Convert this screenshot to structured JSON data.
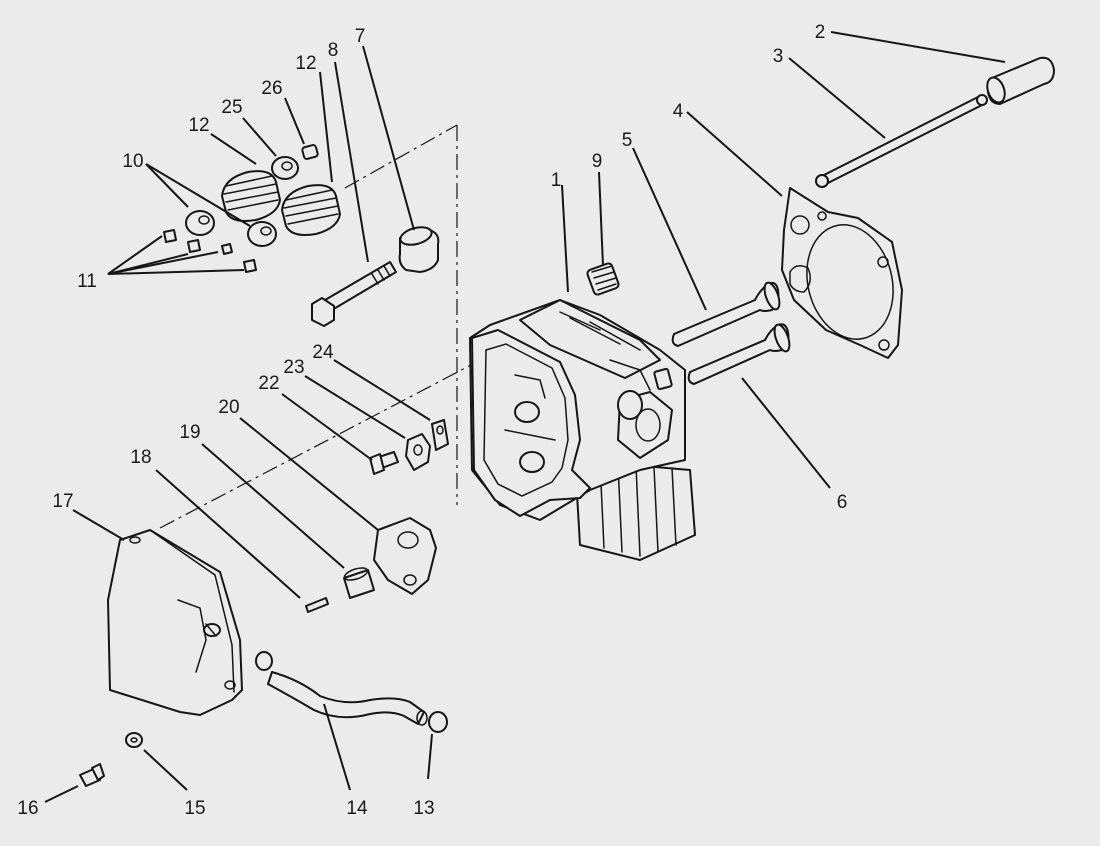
{
  "colors": {
    "background": "#ebebeb",
    "ink": "#151515"
  },
  "callouts": {
    "n1": "1",
    "n2": "2",
    "n3": "3",
    "n4": "4",
    "n5": "5",
    "n6": "6",
    "n7": "7",
    "n8": "8",
    "n9": "9",
    "n10": "10",
    "n11": "11",
    "n12a": "12",
    "n12b": "12",
    "n13": "13",
    "n14": "14",
    "n15": "15",
    "n16": "16",
    "n17": "17",
    "n18": "18",
    "n19": "19",
    "n20": "20",
    "n22": "22",
    "n23": "23",
    "n24": "24",
    "n25": "25",
    "n26": "26"
  }
}
